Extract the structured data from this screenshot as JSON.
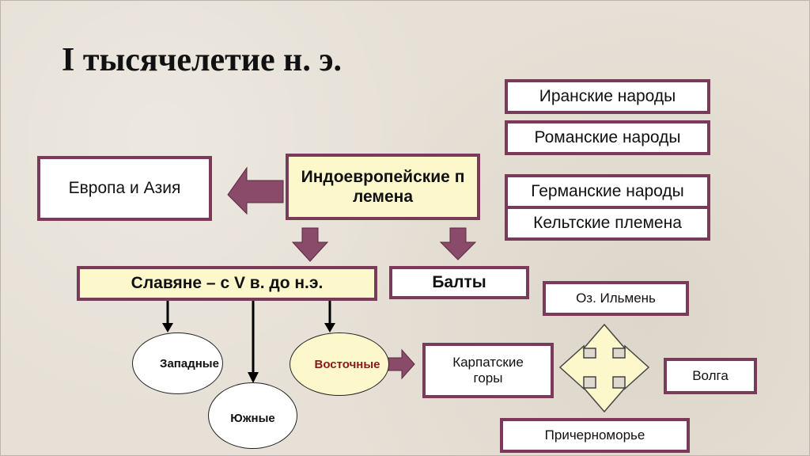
{
  "title": "I тысячелетие н. э.",
  "boxes": {
    "europe_asia": "Европа и Азия",
    "indo_european": "Индоевропейские племена",
    "slavs": "Славяне – с V в. до н.э.",
    "balts": "Балты",
    "iranian": "Иранские народы",
    "romance": "Романские народы",
    "germanic": "Германские народы",
    "celtic": "Кельтские племена",
    "ilmen": "Оз. Ильмень",
    "carpathian": "Карпатские горы",
    "volga": "Волга",
    "black_sea": "Причерноморье"
  },
  "groups": {
    "western": "Западные",
    "southern": "Южные",
    "eastern": "Восточные"
  },
  "colors": {
    "border": "#7a3a5a",
    "arrow_fill": "#8a4a6a",
    "highlight": "#fdf7cc",
    "eastern_text": "#8a1a1a"
  }
}
